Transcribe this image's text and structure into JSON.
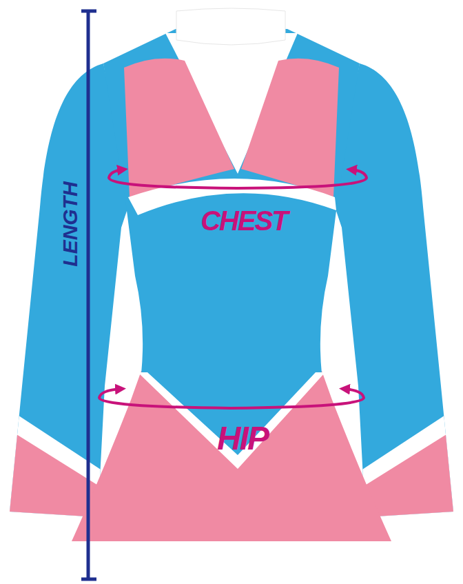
{
  "diagram": {
    "labels": [
      "LENGTH",
      "CHEST",
      "HIP"
    ]
  }
}
